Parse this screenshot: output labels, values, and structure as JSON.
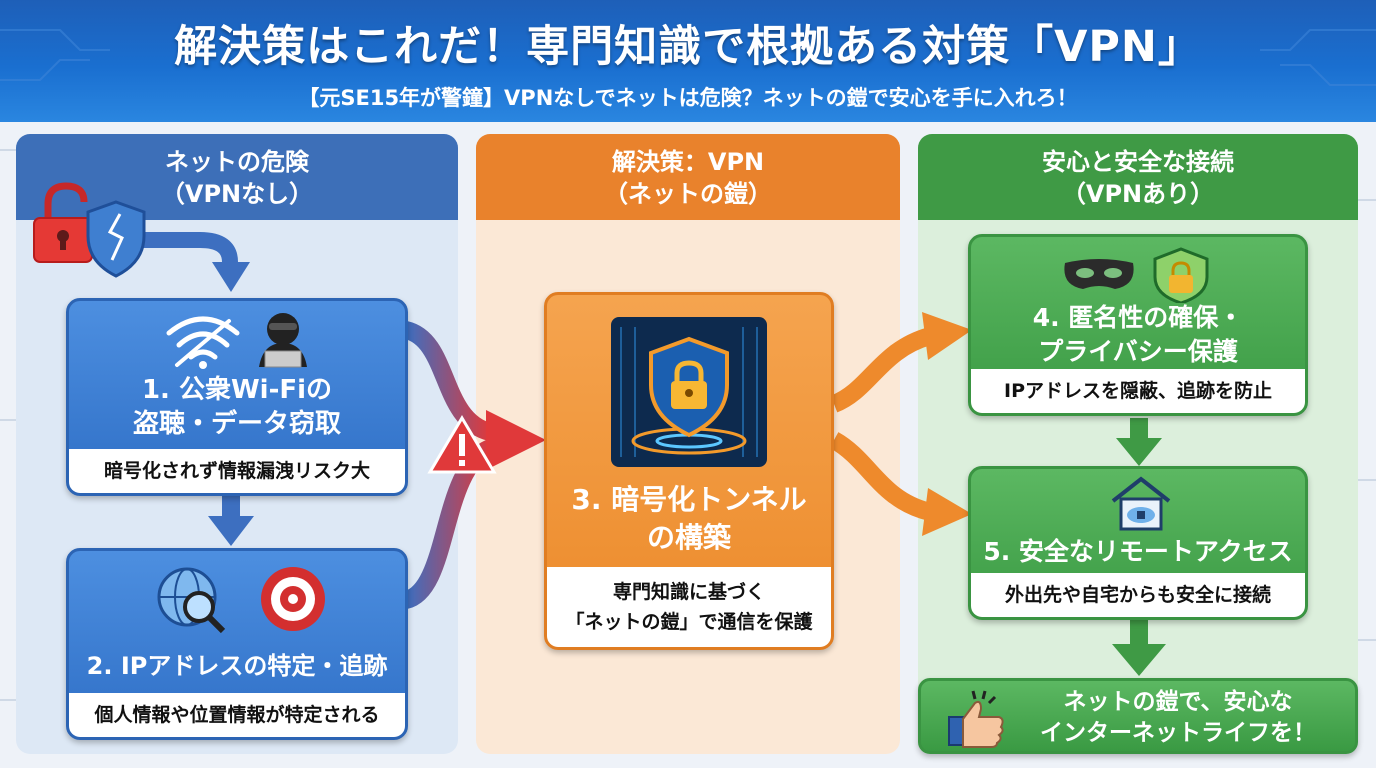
{
  "header": {
    "title": "解決策はこれだ！専門知識で根拠ある対策「VPN」",
    "subtitle": "【元SE15年が警鐘】VPNなしでネットは危険？ネットの鎧で安心を手に入れろ！"
  },
  "columns": {
    "risk": {
      "heading_line1": "ネットの危険",
      "heading_line2": "（VPNなし）"
    },
    "solution": {
      "heading_line1": "解決策：VPN",
      "heading_line2": "（ネットの鎧）"
    },
    "safe": {
      "heading_line1": "安心と安全な接続",
      "heading_line2": "（VPNあり）"
    }
  },
  "cards": {
    "wifi": {
      "title_line1": "1. 公衆Wi-Fiの",
      "title_line2": "盗聴・データ窃取",
      "caption": "暗号化されず情報漏洩リスク大"
    },
    "ip": {
      "title": "2. IPアドレスの特定・追跡",
      "caption": "個人情報や位置情報が特定される"
    },
    "tunnel": {
      "title_line1": "3. 暗号化トンネル",
      "title_line2": "の構築",
      "caption_line1": "専門知識に基づく",
      "caption_line2": "「ネットの鎧」で通信を保護"
    },
    "anon": {
      "title_line1": "4. 匿名性の確保・",
      "title_line2": "プライバシー保護",
      "caption": "IPアドレスを隠蔽、追跡を防止"
    },
    "remote": {
      "title": "5. 安全なリモートアクセス",
      "caption": "外出先や自宅からも安全に接続"
    },
    "final": {
      "line1": "ネットの鎧で、安心な",
      "line2": "インターネットライフを！"
    }
  },
  "colors": {
    "header_blue": "#1e5fb8",
    "risk_blue": "#3d6fb8",
    "solution_orange": "#e9822c",
    "safe_green": "#3f9a45",
    "warning_red": "#e03a3a"
  },
  "icons": [
    "unlocked-padlock-icon",
    "broken-shield-icon",
    "wifi-icon",
    "hacker-icon",
    "globe-search-icon",
    "target-icon",
    "warning-icon",
    "shield-lock-icon",
    "mask-icon",
    "green-shield-lock-icon",
    "home-cloud-icon",
    "thumbs-up-icon"
  ]
}
